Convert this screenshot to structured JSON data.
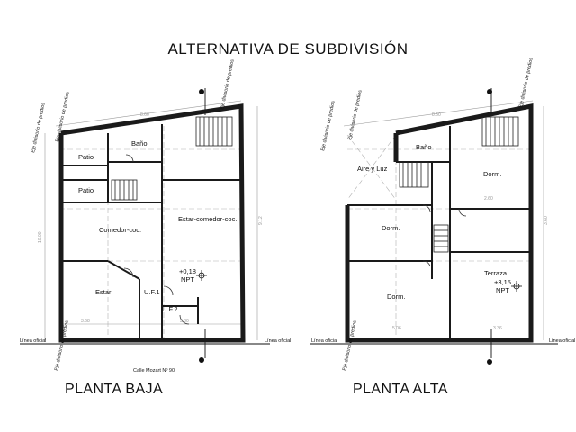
{
  "title": "ALTERNATIVA DE SUBDIVISIÓN",
  "plans": {
    "baja": {
      "caption": "PLANTA BAJA",
      "rooms": {
        "patio1": "Patio",
        "bano": "Baño",
        "patio2": "Patio",
        "comedor": "Comedor-coc.",
        "estar_comedor": "Estar-comedor-coc.",
        "estar": "Estar",
        "uf1": "U.F.1",
        "uf2": "U.F.2"
      },
      "level_value": "+0,18",
      "level_ref": "NPT",
      "street": "Calle Mozart Nº 90",
      "linea_oficial_left": "Línea oficial",
      "linea_oficial_right": "Línea oficial",
      "eje_1": "Eje divisorio de predios",
      "eje_2": "Eje divisorio de predios",
      "eje_3": "Eje divisorio de predios",
      "eje_4": "Eje divisorio de predios",
      "dims": {
        "top": "8.60",
        "left": "10.00",
        "right": "9.12",
        "bottom": "3.68",
        "bottom2": "3.80"
      }
    },
    "alta": {
      "caption": "PLANTA ALTA",
      "rooms": {
        "aire": "Aire y Luz",
        "bano": "Baño",
        "dorm1": "Dorm.",
        "dorm2": "Dorm.",
        "dorm3": "Dorm.",
        "terraza": "Terraza"
      },
      "level_value": "+3,15",
      "level_ref": "NPT",
      "linea_oficial_left": "Línea oficial",
      "linea_oficial_right": "Línea oficial",
      "eje_1": "Eje divisorio de predios",
      "eje_2": "Eje divisorio de predios",
      "eje_3": "Eje divisorio de predios",
      "eje_4": "Eje divisorio de predios",
      "dims": {
        "top": "8.60",
        "right": "3.60",
        "mid": "2.60",
        "bottom": "5.06",
        "bottom2": "3.36"
      }
    }
  }
}
